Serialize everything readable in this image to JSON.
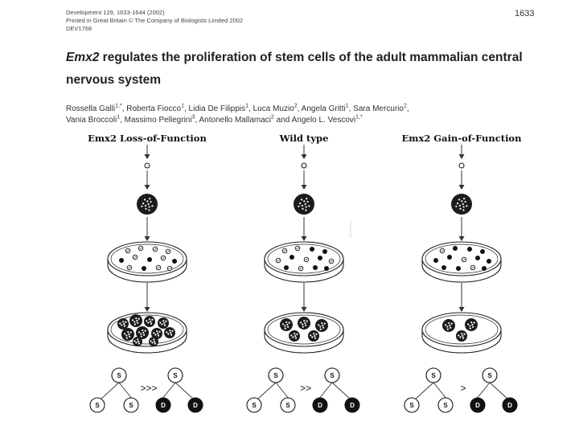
{
  "journal": {
    "line1": "Development 129, 1633-1644 (2002)",
    "line2": "Printed in Great Britain © The Company of Biologists Limited 2002",
    "line3": "DEV1768",
    "page_number": "1633"
  },
  "title": {
    "italic_part": "Emx2",
    "rest": " regulates the proliferation of stem cells of the adult mammalian central nervous system"
  },
  "authors": [
    {
      "name": "Rossella Galli",
      "sup": "1,*"
    },
    {
      "name": "Roberta Fiocco",
      "sup": "1"
    },
    {
      "name": "Lidia De Filippis",
      "sup": "1"
    },
    {
      "name": "Luca Muzio",
      "sup": "2"
    },
    {
      "name": "Angela Gritti",
      "sup": "1"
    },
    {
      "name": "Sara Mercurio",
      "sup": "2"
    },
    {
      "name": "Vania Broccoli",
      "sup": "1"
    },
    {
      "name": "Massimo Pellegrini",
      "sup": "3"
    },
    {
      "name": "Antonello Mallamaci",
      "sup": "2"
    },
    {
      "name": "Angelo L. Vescovi",
      "sup": "1,*"
    }
  ],
  "figure": {
    "columns": [
      {
        "title": "Emx2 Loss-of-Function",
        "ratio": ">>>"
      },
      {
        "title": "Wild type",
        "ratio": ">>"
      },
      {
        "title": "Emx2 Gain-of-Function",
        "ratio": ">"
      }
    ],
    "stem_label": "S",
    "diff_label": "D"
  }
}
